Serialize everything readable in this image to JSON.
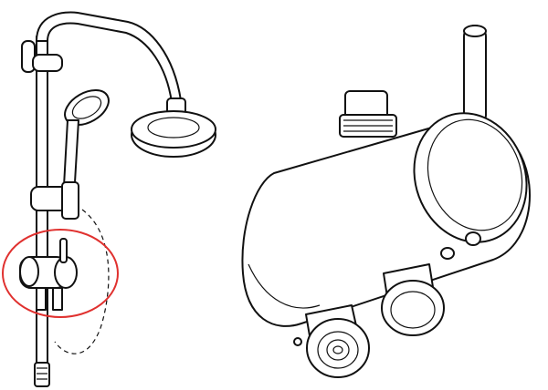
{
  "figure": {
    "left_part": "shower-system",
    "right_part": "thermostatic-mixer-closeup",
    "highlight": "mixer-on-rail"
  },
  "colors": {
    "line": "#111111",
    "background": "#ffffff",
    "highlight": "#e0312f"
  }
}
